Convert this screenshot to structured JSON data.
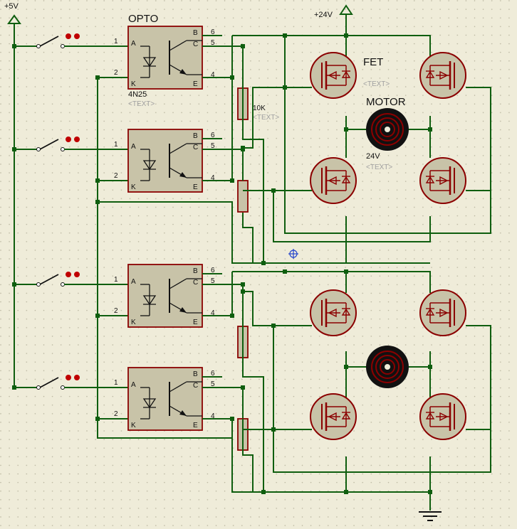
{
  "rails": {
    "v5": "+5V",
    "v24": "+24V"
  },
  "labels": {
    "opto": "OPTO",
    "opto_part": "4N25",
    "opto_text": "<TEXT>",
    "fet": "FET",
    "fet_text": "<TEXT>",
    "motor": "MOTOR",
    "motor_value": "24V",
    "motor_text": "<TEXT>",
    "resistor": "10K",
    "resistor_text": "<TEXT>"
  },
  "pins": {
    "anode": "A",
    "cathode": "K",
    "base": "B",
    "collector": "C",
    "emitter": "E",
    "n1": "1",
    "n2": "2",
    "n4": "4",
    "n5": "5",
    "n6": "6"
  },
  "colors": {
    "background": "#efecd9",
    "wire": "#0f5e0f",
    "component": "#8b0000",
    "body": "#c8c3a8"
  }
}
